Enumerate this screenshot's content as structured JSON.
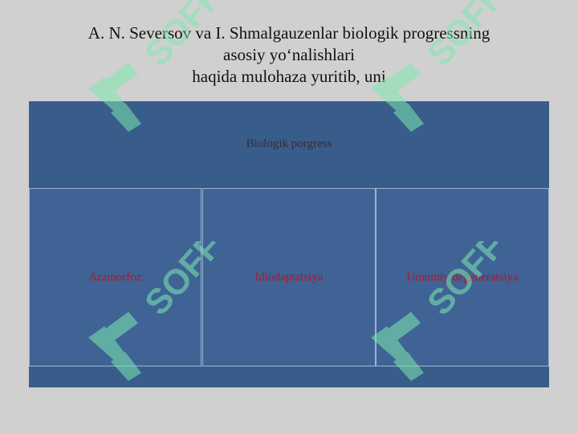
{
  "title": {
    "line1": "A. N. Seversov va I. Shmalgauzenlar biologik progressning",
    "line2": "asosiy yo‘nalishlari",
    "line3": "haqida mulohaza yuritib, uni"
  },
  "diagram": {
    "top": "Biologik porgress",
    "items": [
      "Aramorfoz",
      "Idiodaptatsiya",
      "Umumiy degeneratsiya"
    ]
  },
  "watermark": {
    "text": "SOFF",
    "icon": "soff-logo-icon",
    "color": "#7ee8b0"
  },
  "colors": {
    "background": "#d0d0d0",
    "box": "#385d8a",
    "cell": "#3f6395",
    "item_text": "#c0101e"
  }
}
